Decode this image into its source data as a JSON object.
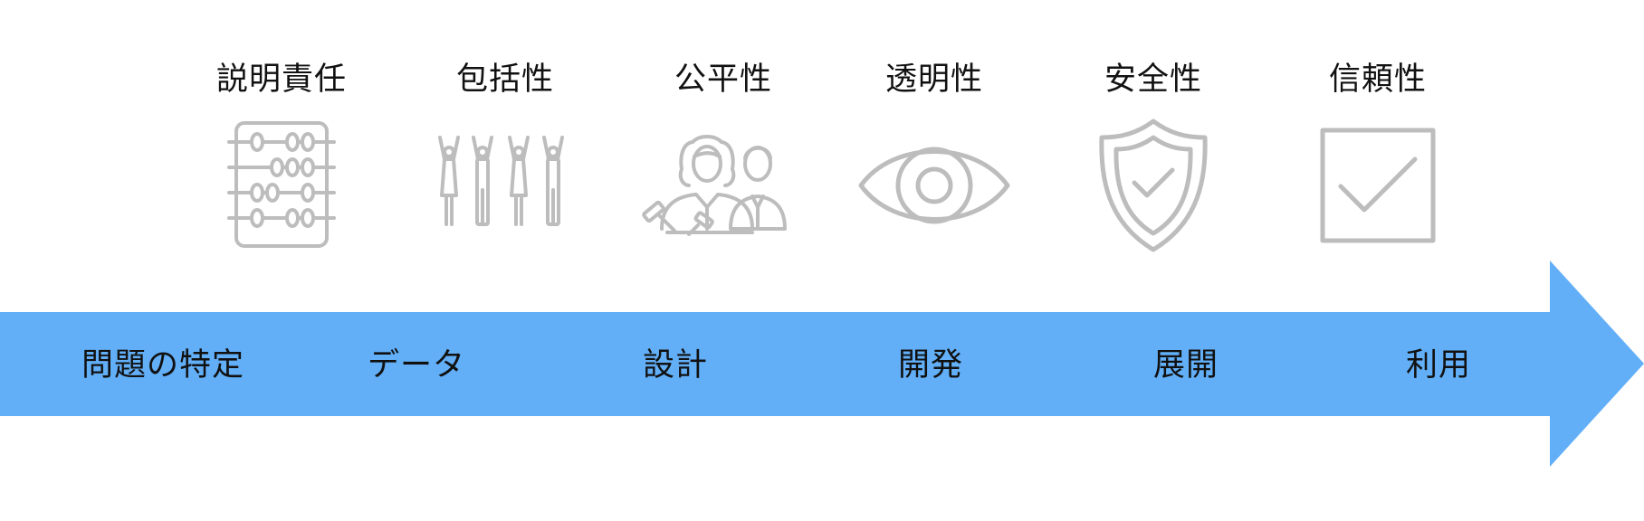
{
  "principles": [
    {
      "label": "説明責任",
      "icon": "abacus-icon"
    },
    {
      "label": "包括性",
      "icon": "raised-hands-people-icon"
    },
    {
      "label": "公平性",
      "icon": "judge-people-icon"
    },
    {
      "label": "透明性",
      "icon": "eye-icon"
    },
    {
      "label": "安全性",
      "icon": "shield-check-icon"
    },
    {
      "label": "信頼性",
      "icon": "checkbox-icon"
    }
  ],
  "stages": [
    {
      "label": "問題の特定"
    },
    {
      "label": "データ"
    },
    {
      "label": "設計"
    },
    {
      "label": "開発"
    },
    {
      "label": "展開"
    },
    {
      "label": "利用"
    }
  ],
  "colors": {
    "arrow": "#62AFF7",
    "icon": "#BDBDBD",
    "text": "#111111"
  }
}
